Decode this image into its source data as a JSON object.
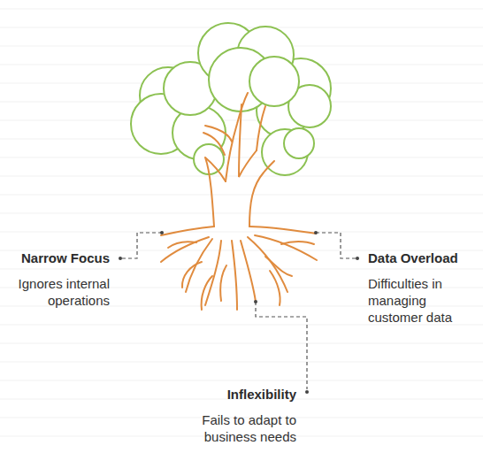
{
  "diagram": {
    "labels": [
      "Narrow Focus",
      "Ignores internal operations",
      "Data Overload",
      "Difficulties in managing customer data",
      "Inflexibility",
      "Fails to adapt to business needs"
    ]
  }
}
